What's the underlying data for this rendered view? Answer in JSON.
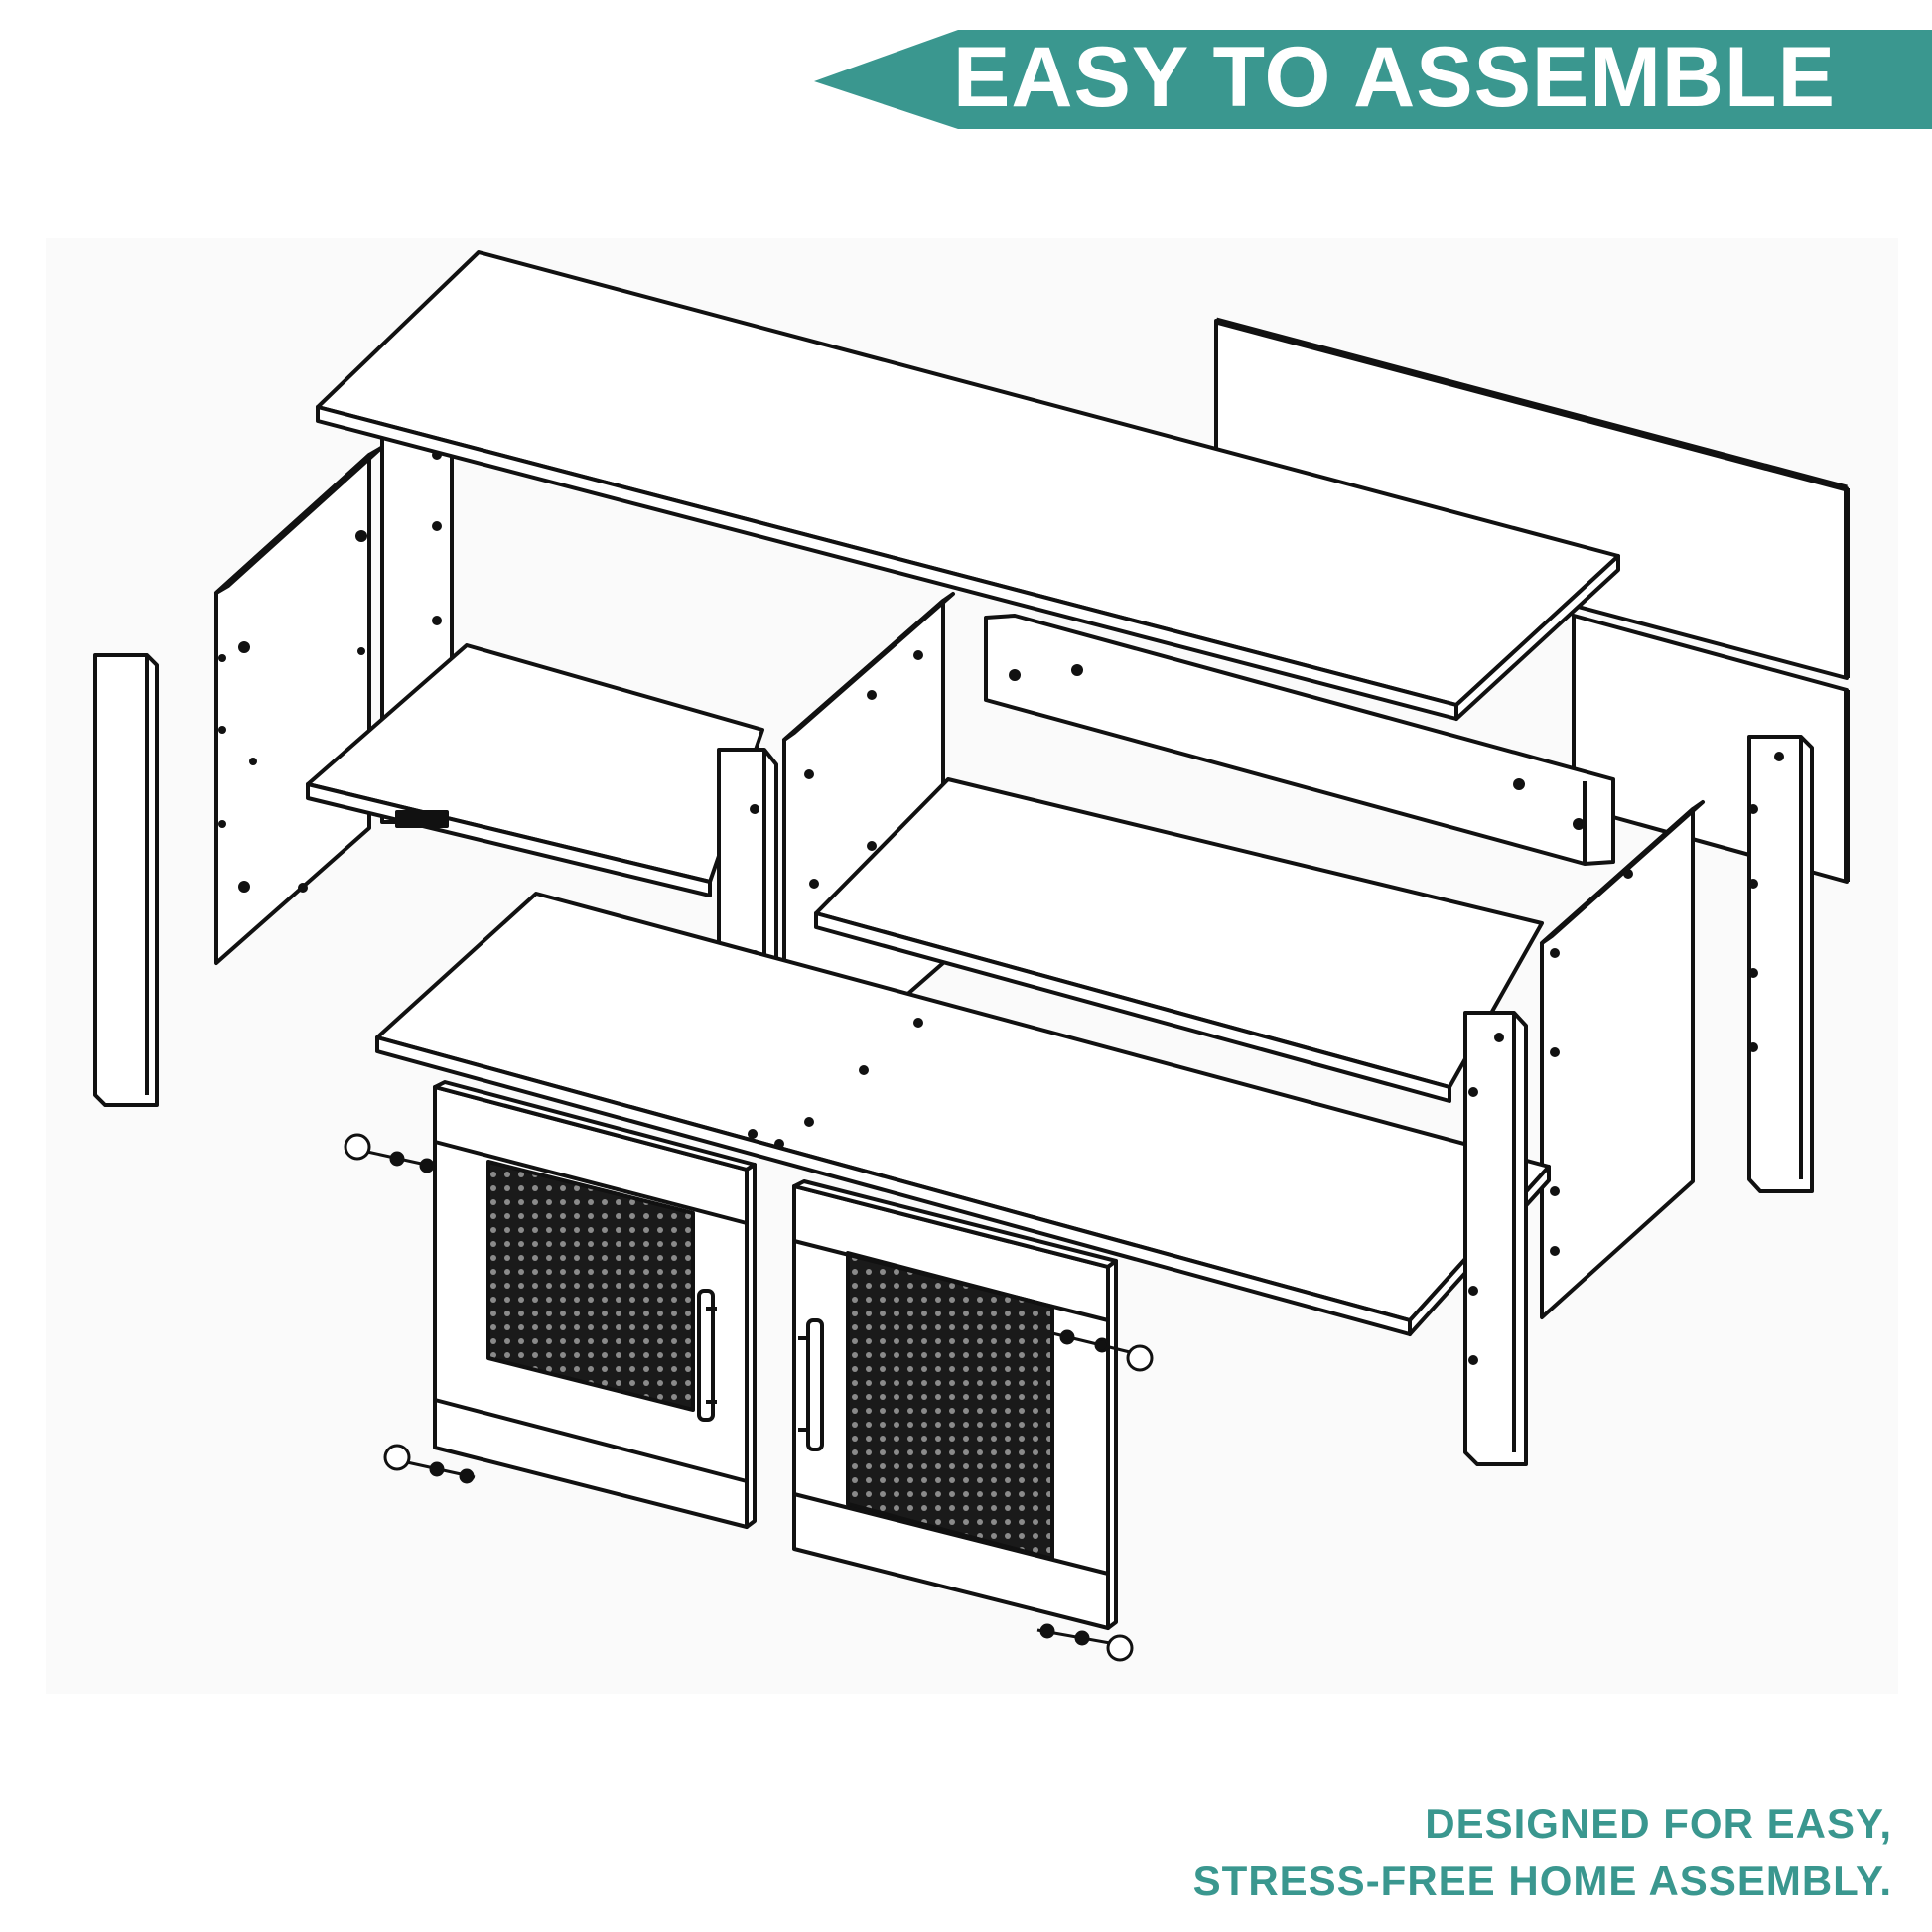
{
  "header": {
    "title": "EASY TO ASSEMBLE"
  },
  "footer": {
    "line1": "DESIGNED FOR EASY,",
    "line2": "STRESS-FREE HOME ASSEMBLY."
  },
  "diagram": {
    "icon": "exploded-cabinet-assembly"
  },
  "colors": {
    "accent": "#3a978f",
    "line": "#111111",
    "panel": "#ffffff",
    "mesh": "#1a1a1a"
  }
}
